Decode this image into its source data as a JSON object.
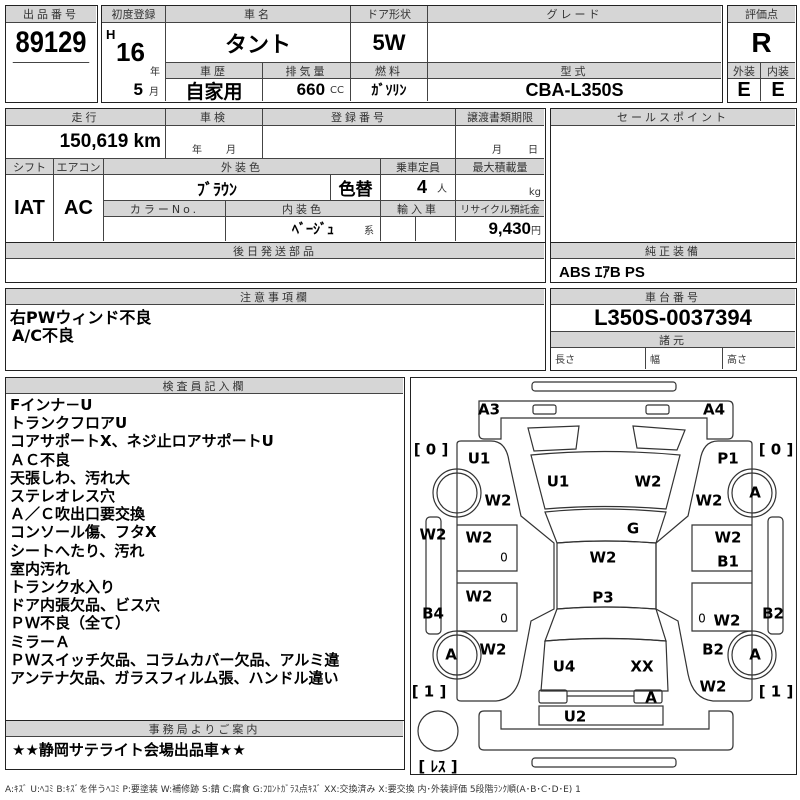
{
  "lot": {
    "label": "出品番号",
    "value": "89129"
  },
  "main": {
    "first_reg_label": "初度登録",
    "era": "H",
    "year": "16",
    "year_unit": "年",
    "month": "5",
    "month_unit": "月",
    "car_name_label": "車名",
    "car_name": "タント",
    "door_label": "ドア形状",
    "door": "5W",
    "grade_label": "グレード",
    "grade": "",
    "history_label": "車歴",
    "history": "自家用",
    "displacement_label": "排気量",
    "displacement": "660",
    "displacement_unit": "CC",
    "fuel_label": "燃料",
    "fuel": "ｶﾞｿﾘﾝ",
    "model_label": "型式",
    "model": "CBA-L350S"
  },
  "rating": {
    "label": "評価点",
    "score": "R",
    "exterior_label": "外装",
    "interior_label": "内装",
    "exterior": "E",
    "interior": "E"
  },
  "details": {
    "mileage_label": "走行",
    "mileage": "150,619 km",
    "inspection_label": "車検",
    "inspection_year_unit": "年",
    "inspection_month_unit": "月",
    "reg_no_label": "登録番号",
    "transfer_label": "譲渡書類期限",
    "transfer_month_unit": "月",
    "transfer_day_unit": "日",
    "shift_label": "シフト",
    "shift": "IAT",
    "ac_label": "エアコン",
    "ac": "AC",
    "ext_color_label": "外装色",
    "ext_color": "ﾌﾞﾗｳﾝ",
    "color_change": "色替",
    "capacity_label": "乗車定員",
    "capacity": "4",
    "capacity_unit": "人",
    "max_load_label": "最大積載量",
    "max_load_unit": "kg",
    "color_no_label": "カラーNo.",
    "int_color_label": "内装色",
    "int_color": "ﾍﾞｰｼﾞｭ",
    "int_color_suffix": "系",
    "import_label": "輸入車",
    "recycle_label": "リサイクル預託金",
    "recycle": "9,430",
    "recycle_unit": "円"
  },
  "sales_point": {
    "label": "セールスポイント"
  },
  "later_parts": {
    "label": "後日発送部品"
  },
  "equipment": {
    "label": "純正装備",
    "value": "ABS ｴｱB PS"
  },
  "caution": {
    "label": "注意事項欄",
    "lines": [
      "右PWウィンド不良",
      "A/C不良"
    ]
  },
  "chassis": {
    "label": "車台番号",
    "value": "L350S-0037394",
    "spec_label": "諸元",
    "length": "長さ",
    "width": "幅",
    "height": "高さ"
  },
  "inspector": {
    "label": "検査員記入欄",
    "lines": [
      "Fインナ－U",
      "トランクフロアU",
      "コアサポートX、ネジ止ロアサポートU",
      "ＡＣ不良",
      "天張しわ、汚れ大",
      "ステレオレス穴",
      "Ａ／Ｃ吹出口要交換",
      "コンソール傷、フタX",
      "シートへたり、汚れ",
      "室内汚れ",
      "トランク水入り",
      "ドア内張欠品、ビス穴",
      "ＰＷ不良（全て）",
      "ミラーＡ",
      "ＰＷスイッチ欠品、コラムカバー欠品、アルミ違",
      "アンテナ欠品、ガラスフィルム張、ハンドル違い"
    ]
  },
  "office": {
    "label": "事務局よりご案内",
    "value": "★★静岡サテライト会場出品車★★"
  },
  "diagram": {
    "labels": [
      "A3",
      "A4",
      "[ 0 ]",
      "U1",
      "U1",
      "W2",
      "P1",
      "[ 0 ]",
      "W2",
      "W2",
      "A",
      "W2",
      "W2",
      "G",
      "W2",
      "0",
      "B1",
      "W2",
      "W2",
      "P3",
      "B4",
      "0",
      "0",
      "W2",
      "B2",
      "A",
      "W2",
      "B2",
      "A",
      "U4",
      "XX",
      "[ 1 ]",
      "W2",
      "[ 1 ]",
      "A",
      "U2",
      "[ ﾚｽ ]"
    ]
  },
  "legend": "A:ｷｽﾞ U:ﾍｺﾐ B:ｷｽﾞを伴うﾍｺﾐ P:要塗装 W:補修跡 S:錆 C:腐食 G:ﾌﾛﾝﾄｶﾞﾗｽ点ｷｽﾞ XX:交換済み X:要交換 内･外装評価 5段階ﾗﾝｸ順(A･B･C･D･E) 1"
}
